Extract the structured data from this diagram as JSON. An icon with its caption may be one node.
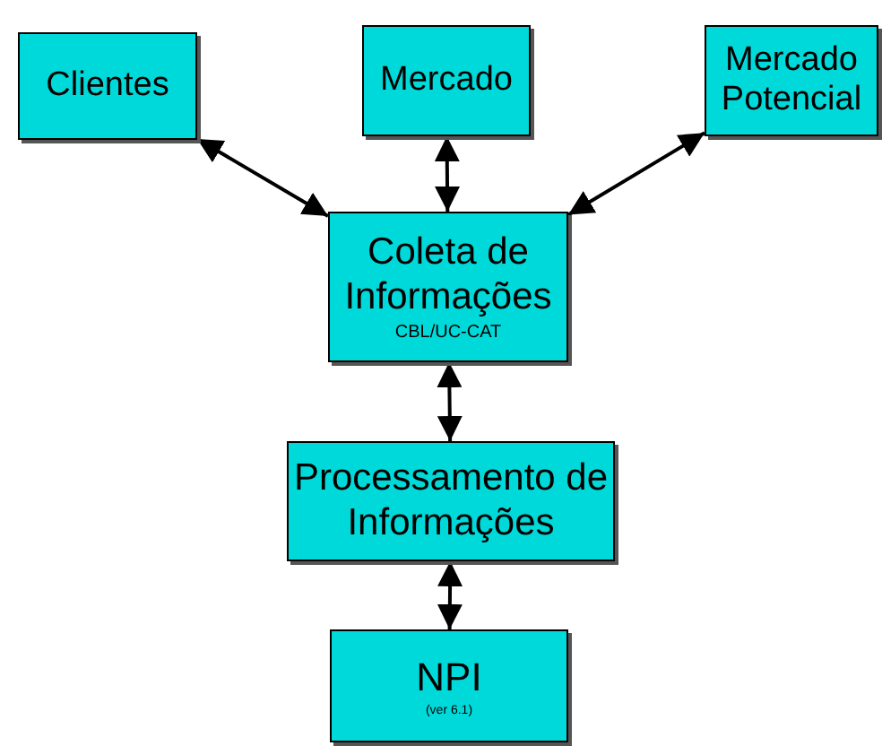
{
  "diagram": {
    "nodes": [
      {
        "text": [
          "Clientes"
        ]
      },
      {
        "text": [
          "Mercado"
        ]
      },
      {
        "text": [
          "Mercado Potencial"
        ]
      },
      {
        "text": [
          "Coleta de Informações",
          "CBL/UC-CAT"
        ]
      },
      {
        "text": [
          "Processamento de Informações"
        ]
      },
      {
        "text": [
          "NPI",
          "(ver 6.1)"
        ]
      }
    ],
    "edges": [
      {
        "from": 0,
        "to": 3,
        "arrow": "both"
      },
      {
        "from": 1,
        "to": 3,
        "arrow": "both"
      },
      {
        "from": 2,
        "to": 3,
        "arrow": "both"
      },
      {
        "from": 3,
        "to": 4,
        "arrow": "both"
      },
      {
        "from": 4,
        "to": 5,
        "arrow": "both"
      }
    ]
  }
}
